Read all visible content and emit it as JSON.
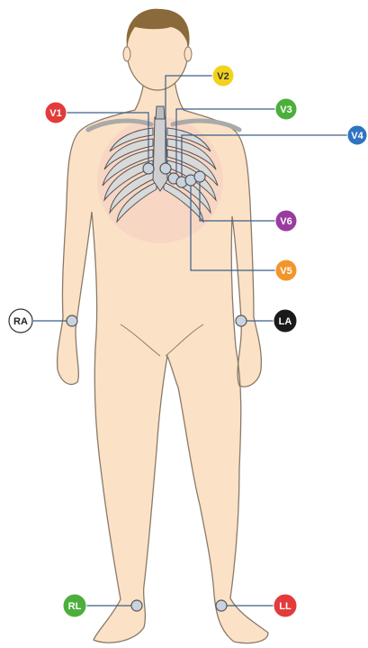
{
  "leads": [
    {
      "key": "v1",
      "label": "V1",
      "color": "#e33b3b",
      "text_color": "#ffffff"
    },
    {
      "key": "v2",
      "label": "V2",
      "color": "#f2d21c",
      "text_color": "#333333"
    },
    {
      "key": "v3",
      "label": "V3",
      "color": "#4caf3c",
      "text_color": "#ffffff"
    },
    {
      "key": "v4",
      "label": "V4",
      "color": "#2f74c0",
      "text_color": "#ffffff"
    },
    {
      "key": "v5",
      "label": "V5",
      "color": "#f2952a",
      "text_color": "#ffffff"
    },
    {
      "key": "v6",
      "label": "V6",
      "color": "#9a3c9f",
      "text_color": "#ffffff"
    },
    {
      "key": "ra",
      "label": "RA",
      "color": "#ffffff",
      "text_color": "#222222"
    },
    {
      "key": "la",
      "label": "LA",
      "color": "#1a1a1a",
      "text_color": "#ffffff"
    },
    {
      "key": "rl",
      "label": "RL",
      "color": "#4caf3c",
      "text_color": "#ffffff"
    },
    {
      "key": "ll",
      "label": "LL",
      "color": "#e33b3b",
      "text_color": "#ffffff"
    }
  ],
  "colors": {
    "skin": "#fbe2c6",
    "skin_outline": "#8a7a6a",
    "hair": "#8a6a3a",
    "bone": "#d9d9d9",
    "bone_outline": "#555555",
    "electrode": "#c9d3df",
    "wire": "#3a5f8a"
  }
}
